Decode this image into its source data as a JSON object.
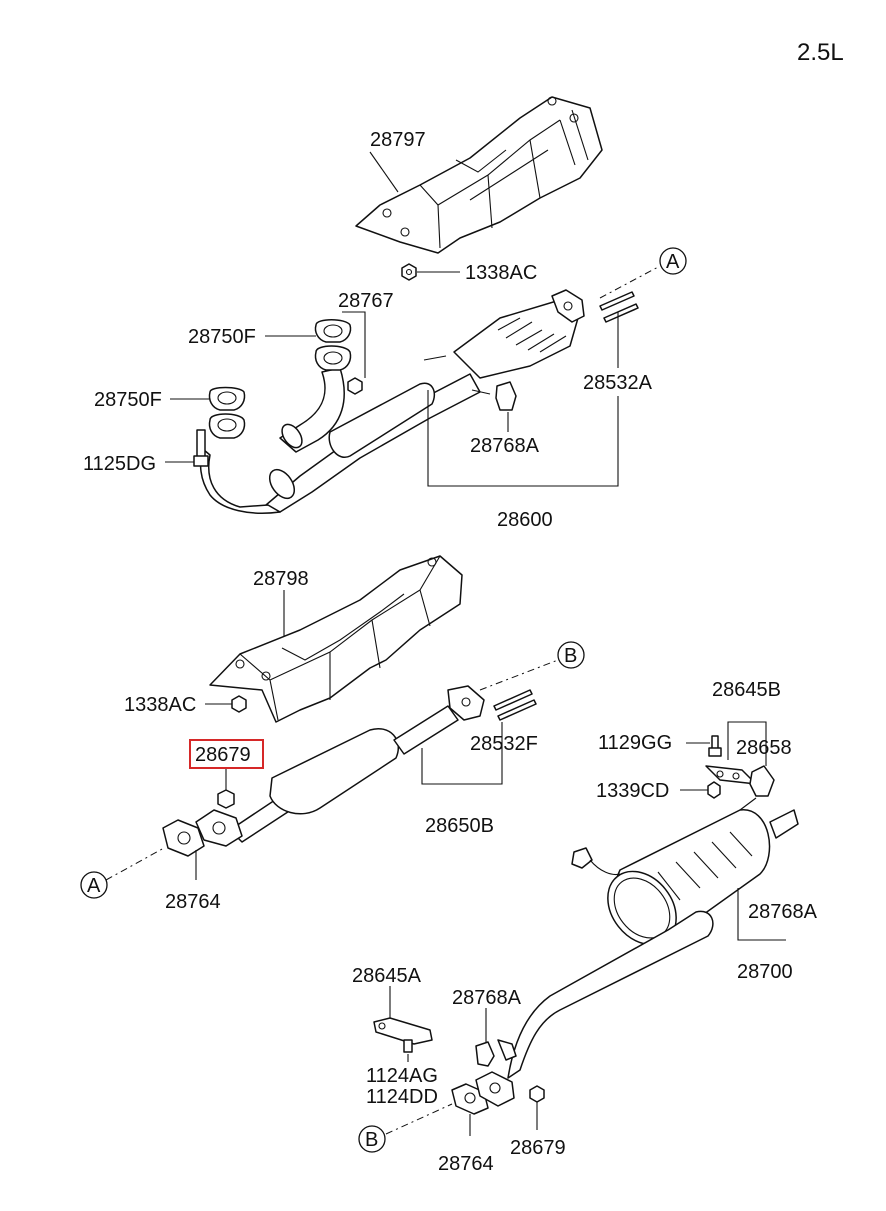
{
  "diagram": {
    "engine_label": "2.5L",
    "highlight_color": "#d62828",
    "highlighted_part": "28679",
    "callouts": {
      "a": "A",
      "b": "B"
    },
    "parts": {
      "p28797": "28797",
      "p1338ac_top": "1338AC",
      "p28767": "28767",
      "p28750f_a": "28750F",
      "p28750f_b": "28750F",
      "p1125dg": "1125DG",
      "p28532a": "28532A",
      "p28768a_top": "28768A",
      "p28600": "28600",
      "p28798": "28798",
      "p1338ac_mid": "1338AC",
      "p28679_hl": "28679",
      "p28532f": "28532F",
      "p28650b": "28650B",
      "p28764_a": "28764",
      "p28645b": "28645B",
      "p1129gg": "1129GG",
      "p28658": "28658",
      "p1339cd": "1339CD",
      "p28768a_right": "28768A",
      "p28700": "28700",
      "p28645a": "28645A",
      "p28768a_low": "28768A",
      "p1124ag": "1124AG",
      "p1124dd": "1124DD",
      "p28764_b": "28764",
      "p28679_low": "28679"
    }
  }
}
